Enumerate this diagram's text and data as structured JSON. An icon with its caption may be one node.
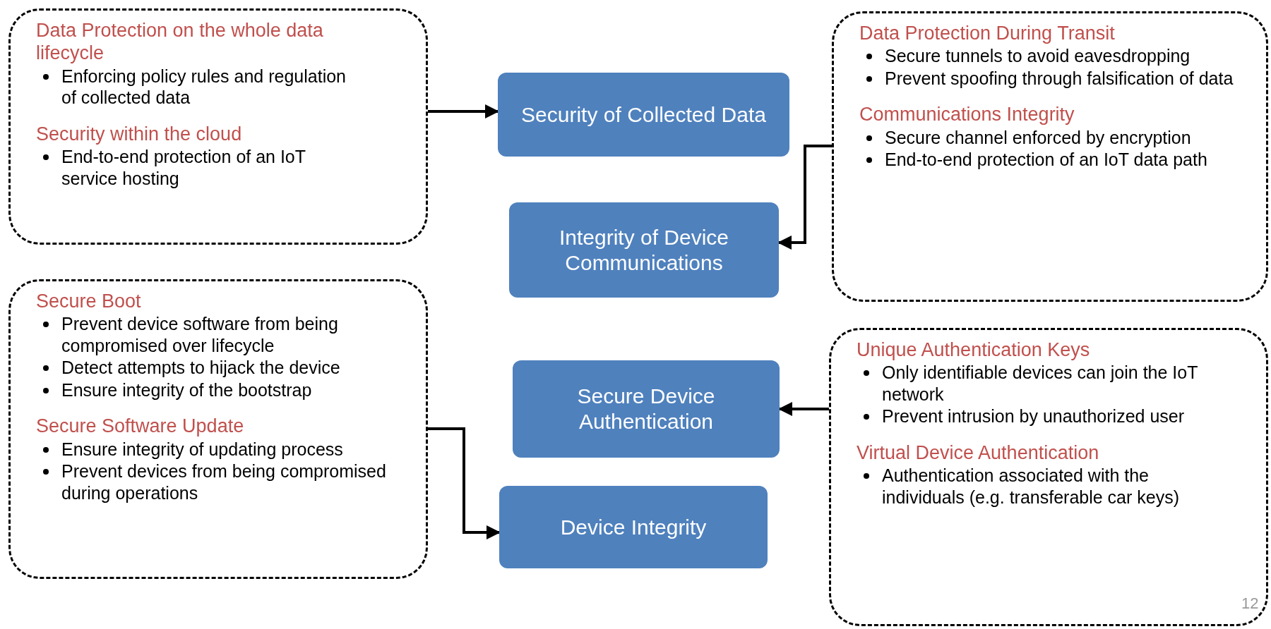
{
  "diagram": {
    "nodes": [
      {
        "text": [
          "Data Protection on the whole data lifecycle",
          "Enforcing policy rules and regulation of collected data",
          "Security within the cloud",
          "End-to-end protection of an IoT service hosting"
        ]
      },
      {
        "text": [
          "Security of Collected Data"
        ]
      },
      {
        "text": [
          "Data Protection During Transit",
          "Secure tunnels to avoid eavesdropping",
          "Prevent spoofing through falsification of data",
          "Communications Integrity",
          "Secure channel enforced by encryption",
          "End-to-end protection of an IoT data path"
        ]
      },
      {
        "text": [
          "Integrity of Device Communications"
        ]
      },
      {
        "text": [
          "Secure Boot",
          "Prevent device software from being compromised over lifecycle",
          "Detect attempts to hijack the device",
          "Ensure integrity of the bootstrap",
          "Secure Software Update",
          "Ensure integrity of updating process",
          "Prevent devices from being compromised during operations"
        ]
      },
      {
        "text": [
          "Secure Device Authentication"
        ]
      },
      {
        "text": [
          "Unique Authentication Keys",
          "Only identifiable devices can join the IoT network",
          "Prevent intrusion by unauthorized user",
          "Virtual Device Authentication",
          "Authentication associated with the individuals (e.g. transferable car keys)"
        ]
      },
      {
        "text": [
          "Device Integrity"
        ]
      }
    ],
    "edges": [
      {
        "from": 0,
        "to": 1,
        "arrow": "to"
      },
      {
        "from": 2,
        "to": 3,
        "arrow": "to"
      },
      {
        "from": 6,
        "to": 5,
        "arrow": "to"
      },
      {
        "from": 4,
        "to": 7,
        "arrow": "to"
      }
    ],
    "labels": [
      "12"
    ]
  }
}
